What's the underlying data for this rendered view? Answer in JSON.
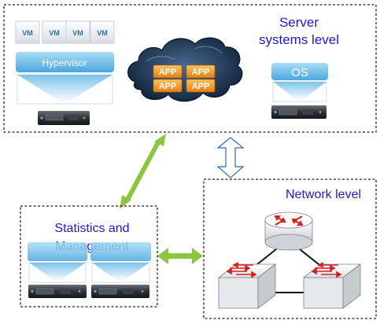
{
  "server_level": {
    "title_line1": "Server",
    "title_line2": "systems level",
    "vm_labels": [
      "VM",
      "VM",
      "VM",
      "VM"
    ],
    "hypervisor_label": "Hypervisor",
    "app_labels": [
      "APP",
      "APP",
      "APP",
      "APP"
    ],
    "os_label": "OS"
  },
  "stats_level": {
    "title_line1": "Statistics and",
    "title_line2": "Management"
  },
  "network_level": {
    "title": "Network level"
  },
  "colors": {
    "title_text": "#1a1ad4",
    "dashed_border": "#222222",
    "green_arrow": "#8cc63f",
    "outline_arrow": "#2e6bb5",
    "hypervisor_blue": "#7fc3ea",
    "app_orange": "#f39a1c",
    "cloud_dark": "#1b3350",
    "router_red": "#d81e1e"
  }
}
